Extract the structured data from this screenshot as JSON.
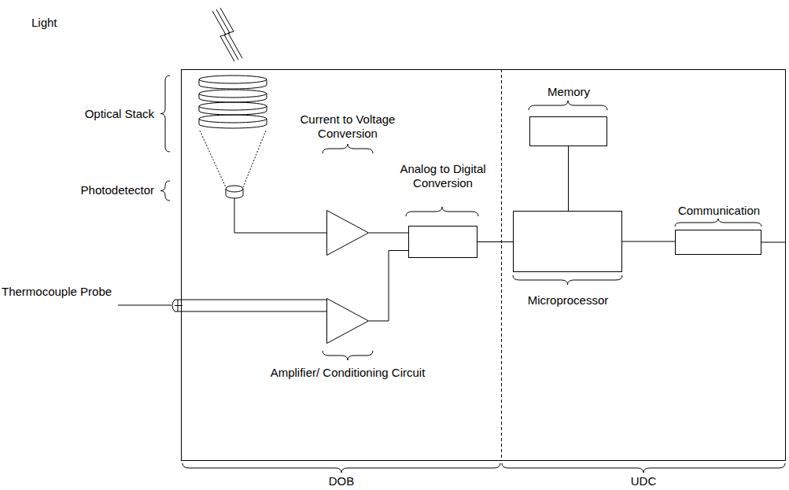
{
  "diagram": {
    "nodes": [
      {
        "text": [
          "Current to Voltage Conversion"
        ]
      },
      {
        "text": [
          "Analog to Digital Conversion"
        ]
      },
      {
        "text": [
          "Memory"
        ]
      },
      {
        "text": [
          "Microprocessor"
        ]
      },
      {
        "text": [
          "Communication"
        ]
      },
      {
        "text": [
          "Amplifier/ Conditioning Circuit"
        ]
      }
    ],
    "edges": [
      {
        "from": 0,
        "to": 1,
        "arrow": "none"
      },
      {
        "from": 5,
        "to": 1,
        "arrow": "none"
      },
      {
        "from": 1,
        "to": 3,
        "arrow": "none"
      },
      {
        "from": 2,
        "to": 3,
        "arrow": "none"
      },
      {
        "from": 3,
        "to": 4,
        "arrow": "none"
      }
    ],
    "labels": [
      "Light",
      "Optical Stack",
      "Photodetector",
      "Thermocouple Probe",
      "DOB",
      "UDC"
    ]
  }
}
